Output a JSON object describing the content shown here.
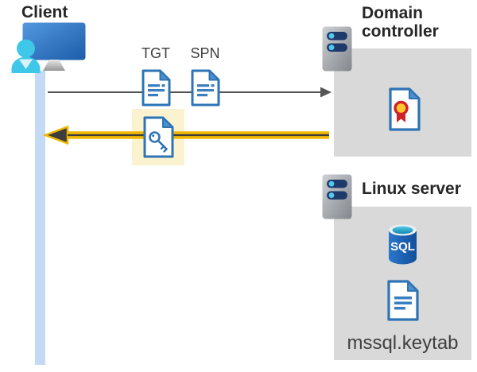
{
  "client": {
    "label": "Client"
  },
  "flow": {
    "tgt": "TGT",
    "spn": "SPN"
  },
  "domain_controller": {
    "label": "Domain controller"
  },
  "linux_server": {
    "label": "Linux server",
    "sql": "SQL",
    "keytab": "mssql.keytab"
  },
  "colors": {
    "highlight_arrow_yellow": "#F0B800",
    "highlight_box_yellow": "#FBF3D0",
    "document_blue": "#2E74B5",
    "server_box_gray": "#D9D9D9",
    "client_rail_blue": "#C3D9F5",
    "request_arrow_gray": "#555555",
    "sql_database_blue": "#1C63BD",
    "certificate_red": "#D02028",
    "certificate_gold": "#FFC62E",
    "person_cyan": "#3EC7E8",
    "server_slot_navy": "#1E3A6B"
  }
}
